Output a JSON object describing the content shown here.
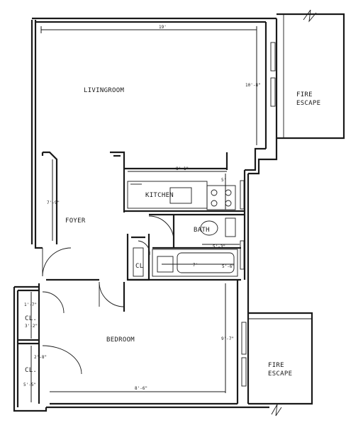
{
  "rooms": {
    "livingroom": "LIVINGROOM",
    "kitchen": "KITCHEN",
    "foyer": "FOYER",
    "bath": "BATH",
    "closet_main": "CL",
    "closet_upper": "CL.",
    "closet_lower": "CL.",
    "bedroom": "BEDROOM",
    "fire_escape_top_line1": "FIRE",
    "fire_escape_top_line2": "ESCAPE",
    "fire_escape_bottom_line1": "FIRE",
    "fire_escape_bottom_line2": "ESCAPE"
  },
  "dimensions": {
    "living_width": "19'",
    "living_depth": "10'-8\"",
    "kitchen_width": "8'-1\"",
    "kitchen_depth": "5'",
    "foyer_length": "7'-9\"",
    "bath_width": "5'-3\"",
    "tub_length": "7'",
    "tub_depth": "5'-6\"",
    "closet_upper_width": "1'-7\"",
    "closet_upper_depth": "3'-2\"",
    "closet_lower_width": "2'-8\"",
    "closet_lower_depth": "5'-5\"",
    "bedroom_depth": "9'-7\"",
    "bedroom_width": "8'-6\""
  },
  "colors": {
    "ink": "#1a1a1a",
    "paper": "#ffffff"
  }
}
